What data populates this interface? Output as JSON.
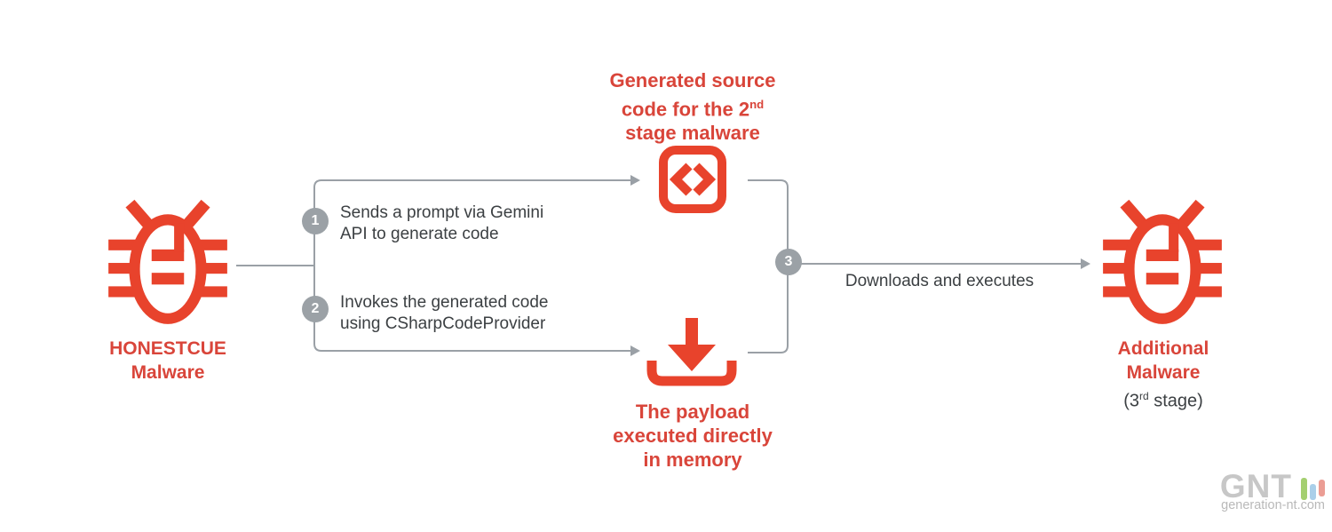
{
  "colors": {
    "red_icon": "#e8432c",
    "red_text": "#d9453a",
    "line_gray": "#9aa0a6",
    "circle_gray": "#9ba1a6",
    "dark_text": "#3c4043"
  },
  "source_node": {
    "title": "HONESTCUE",
    "subtitle": "Malware"
  },
  "generated_code_node": {
    "line1": "Generated source",
    "line2_pre": "code for the 2",
    "line2_sup": "nd",
    "line3": "stage malware"
  },
  "payload_node": {
    "line1": "The payload",
    "line2": "executed directly",
    "line3": "in memory"
  },
  "additional_node": {
    "line1": "Additional",
    "line2": "Malware",
    "stage_pre": "(3",
    "stage_sup": "rd",
    "stage_post": " stage)"
  },
  "steps": [
    {
      "num": "1",
      "line1": "Sends a prompt via Gemini",
      "line2": "API to generate code"
    },
    {
      "num": "2",
      "line1": "Invokes the generated code",
      "line2": "using CSharpCodeProvider"
    },
    {
      "num": "3",
      "label": "Downloads and executes"
    }
  ],
  "watermark": {
    "logo": "GNT",
    "site": "generation-nt.com"
  }
}
